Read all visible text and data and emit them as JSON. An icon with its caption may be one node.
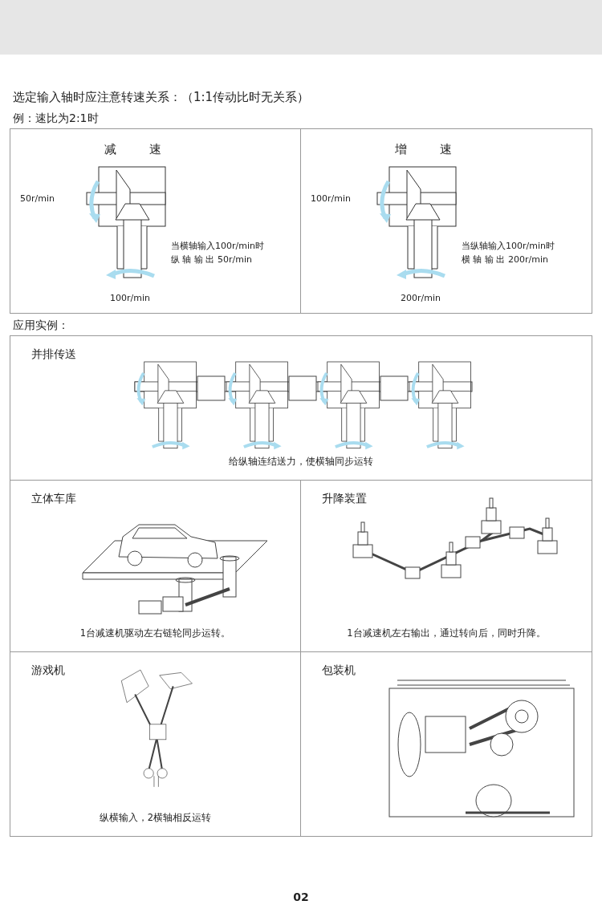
{
  "diagram": {
    "title": "选定输入轴时应注意转速关系：（1:1传动比时无关系）",
    "nodes": [
      {
        "text": [
          "减 速",
          "50r/min",
          "当横轴输入100r/min时",
          "纵 轴 输 出 50r/min",
          "100r/min"
        ]
      },
      {
        "text": [
          "增 速",
          "100r/min",
          "当纵轴输入100r/min时",
          "横 轴 输 出 200r/min",
          "200r/min"
        ]
      },
      {
        "text": [
          "并排传送",
          "给纵轴连结送力，使横轴同步运转"
        ]
      },
      {
        "text": [
          "立体车库",
          "1台减速机驱动左右链轮同步运转。"
        ]
      },
      {
        "text": [
          "升降装置",
          "1台减速机左右输出，通过转向后，同时升降。"
        ]
      },
      {
        "text": [
          "游戏机",
          "纵横输入，2横轴相反运转"
        ]
      },
      {
        "text": [
          "包装机"
        ]
      }
    ],
    "labels": [
      "例：速比为2:1时",
      "应用实例：",
      "02"
    ]
  }
}
